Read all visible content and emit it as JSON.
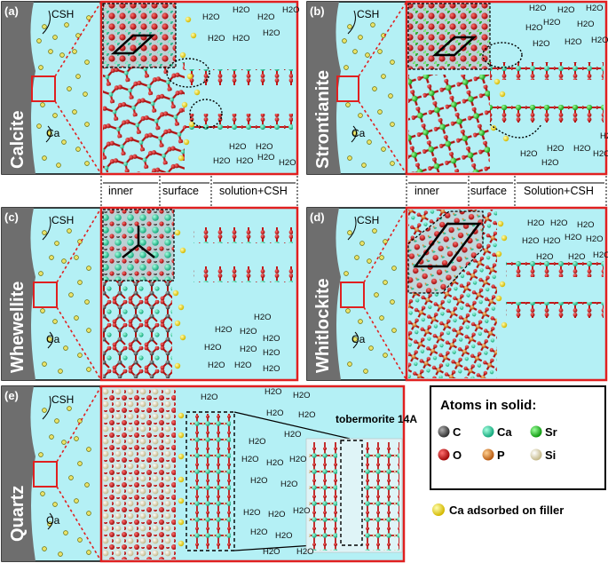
{
  "panels": [
    {
      "letter": "(a)",
      "mineral": "Calcite",
      "csh": "CSH",
      "ca": "Ca"
    },
    {
      "letter": "(b)",
      "mineral": "Strontianite",
      "csh": "CSH",
      "ca": "Ca"
    },
    {
      "letter": "(c)",
      "mineral": "Whewellite",
      "csh": "CSH",
      "ca": "Ca"
    },
    {
      "letter": "(d)",
      "mineral": "Whitlockite",
      "csh": "CSH",
      "ca": "Ca"
    },
    {
      "letter": "(e)",
      "mineral": "Quartz",
      "csh": "CSH",
      "ca": "Ca"
    }
  ],
  "regions_left": {
    "inner": "inner",
    "surface": "surface",
    "solution": "solution+CSH"
  },
  "regions_right": {
    "inner": "inner",
    "surface": "surface",
    "solution": "Solution+CSH"
  },
  "water_label": "H2O",
  "tobermorite_label": "tobermorite 14A",
  "legend": {
    "title": "Atoms in solid:",
    "items": [
      {
        "label": "C",
        "color": "#555555"
      },
      {
        "label": "Ca",
        "color": "#2fd3a0"
      },
      {
        "label": "Sr",
        "color": "#22cc22"
      },
      {
        "label": "O",
        "color": "#cc1111"
      },
      {
        "label": "P",
        "color": "#e08a2a"
      },
      {
        "label": "Si",
        "color": "#e8e0b0"
      }
    ],
    "adsorbed": {
      "label": "Ca adsorbed on filler",
      "color": "#f5e000"
    }
  },
  "colors": {
    "solution_bg": "#b4f0f5",
    "frame_red": "#e02020",
    "filler_gray": "#707070"
  }
}
